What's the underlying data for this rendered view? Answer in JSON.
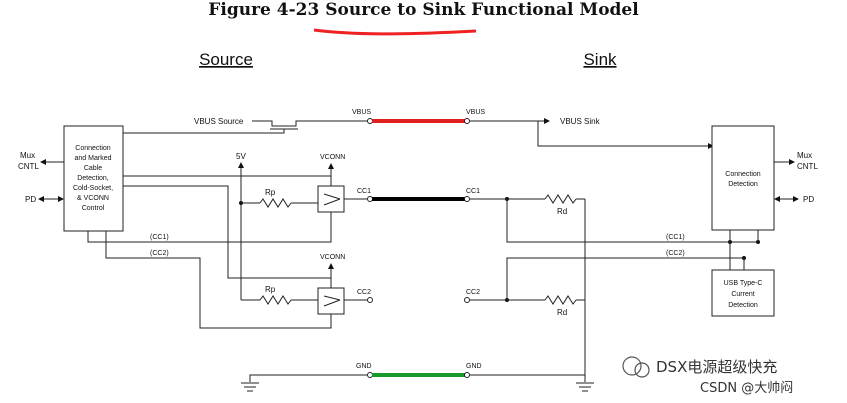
{
  "title": "Figure 4-23  Source to Sink Functional Model",
  "headers": {
    "source": "Source",
    "sink": "Sink"
  },
  "source_controller": {
    "lines": [
      "Connection",
      "and Marked",
      "Cable",
      "Detection,",
      "Cold-Socket,",
      "& VCONN",
      "Control"
    ]
  },
  "sink_detection": {
    "lines": [
      "Connection",
      "Detection"
    ]
  },
  "sink_current": {
    "lines": [
      "USB Type-C",
      "Current",
      "Detection"
    ]
  },
  "labels": {
    "mux_cntl_left": [
      "Mux",
      "CNTL"
    ],
    "pd_left": "PD",
    "mux_cntl_right": [
      "Mux",
      "CNTL"
    ],
    "pd_right": "PD",
    "vbus_source": "VBUS Source",
    "vbus_sink": "VBUS Sink",
    "vbus_src_node": "VBUS",
    "vbus_sink_node": "VBUS",
    "five_v": "5V",
    "vconn_top": "VCONN",
    "vconn_bottom": "VCONN",
    "rp_top": "Rp",
    "rp_bottom": "Rp",
    "cc1_src": "CC1",
    "cc1_sink": "CC1",
    "cc2_src": "CC2",
    "cc2_sink": "CC2",
    "rd_top": "Rd",
    "rd_bottom": "Rd",
    "cc1_bus_left": "(CC1)",
    "cc2_bus_left": "(CC2)",
    "cc1_bus_right": "(CC1)",
    "cc2_bus_right": "(CC2)",
    "gnd_src": "GND",
    "gnd_sink": "GND"
  },
  "watermark": {
    "line1": "DSX电源超级快充",
    "line2": "CSDN @大帅闷"
  },
  "colors": {
    "vbus_wire": "#e02020",
    "cc1_wire": "#000000",
    "gnd_wire": "#1a9a2a",
    "underline": "#ee2222"
  }
}
